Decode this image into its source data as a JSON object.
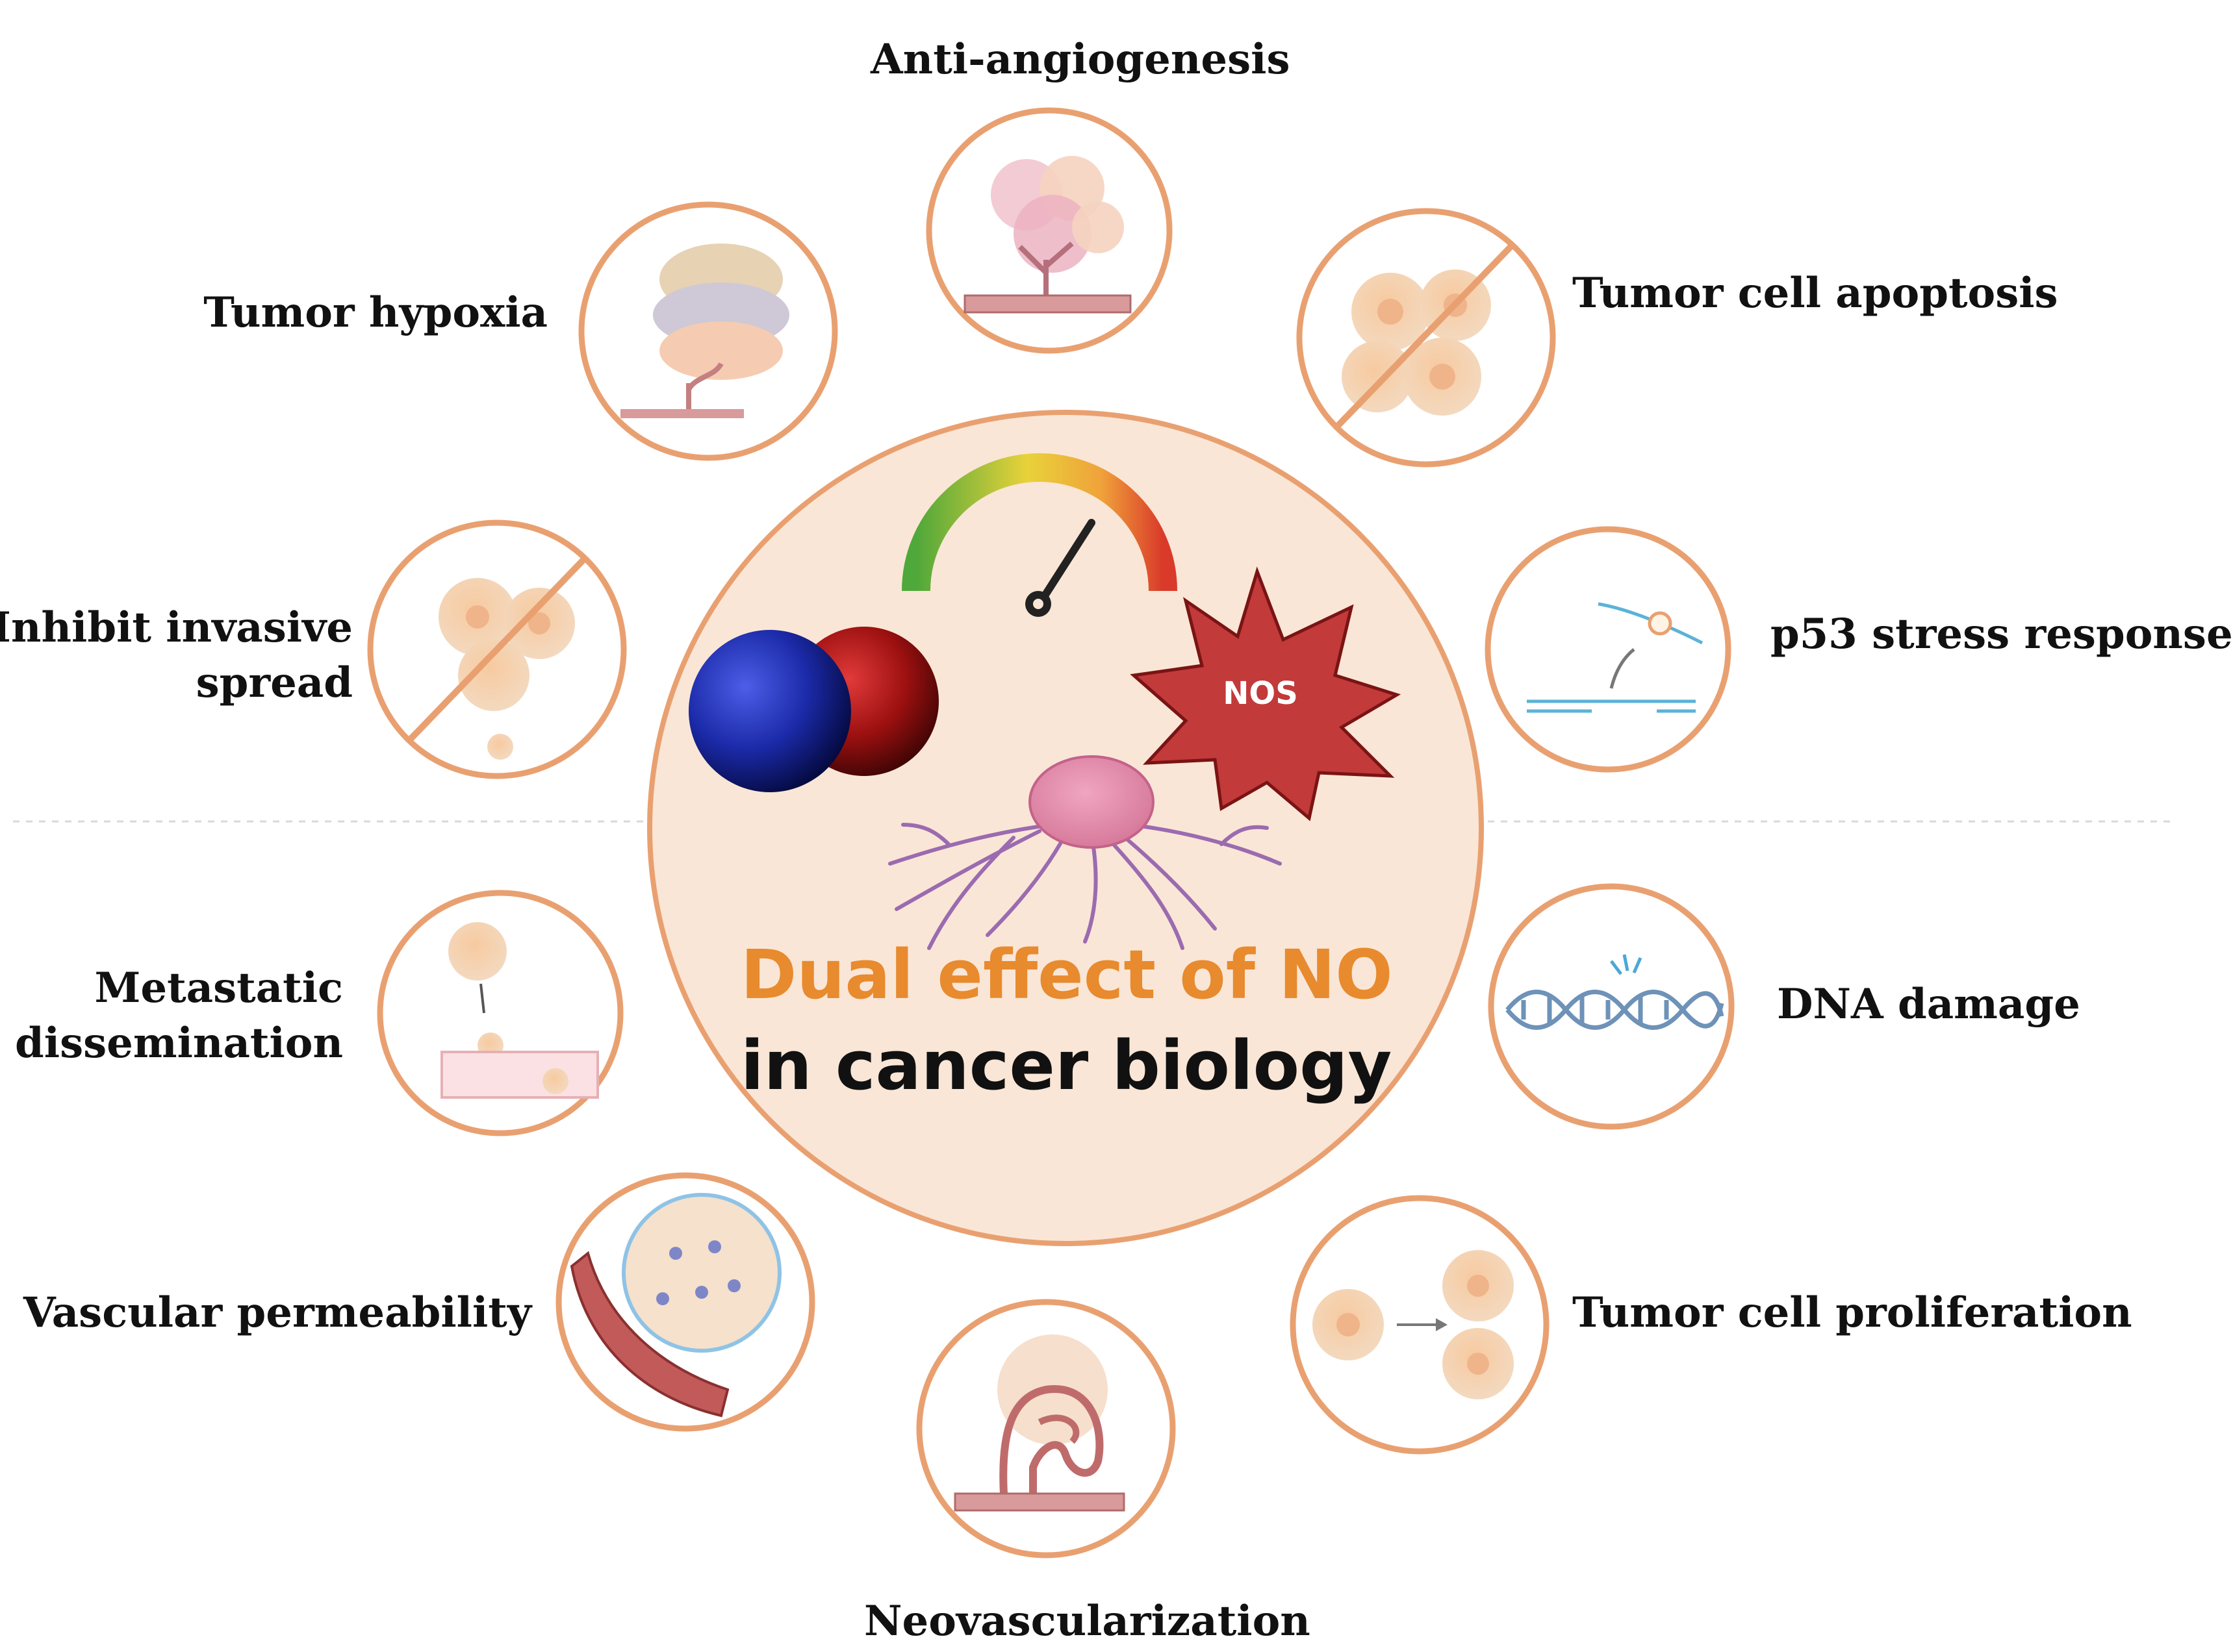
{
  "center": {
    "title_line1": "Dual effect of NO",
    "title_line2": "in cancer biology",
    "badge": "NOS"
  },
  "effects": {
    "anti_angiogenesis": "Anti-angiogenesis",
    "tumor_cell_apoptosis": "Tumor cell apoptosis",
    "p53_stress_response": "p53 stress response",
    "dna_damage": "DNA damage",
    "tumor_cell_proliferation": "Tumor cell proliferation",
    "neovascularization": "Neovascularization",
    "vascular_permeability": "Vascular permeability",
    "metastatic_dissemination_1": "Metastatic",
    "metastatic_dissemination_2": "dissemination",
    "tumor_hypoxia": "Tumor hypoxia",
    "inhibit_invasive_spread_1": "Inhibit invasive",
    "inhibit_invasive_spread_2": "spread"
  },
  "colors": {
    "ring": "#e9a070",
    "center_fill": "#fae6d6",
    "title_orange": "#e88a2e",
    "title_black": "#111111",
    "badge_red": "#c23a3a"
  },
  "icons": {
    "gauge": "gauge-icon",
    "molecule": "no-molecule-icon",
    "tumor": "tumor-icon",
    "dna": "dna-icon"
  }
}
